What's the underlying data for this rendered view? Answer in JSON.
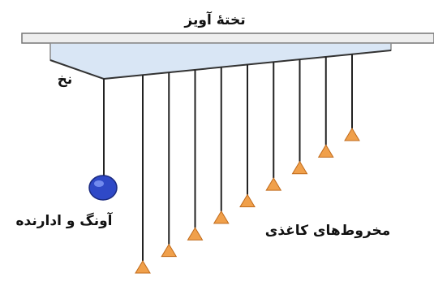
{
  "labels": {
    "board": "تختهٔ آویز",
    "string": "نخ",
    "driver_pendulum": "آونگ و ادارنده",
    "paper_cones": "مخروط‌های کاغذی"
  },
  "colors": {
    "board_fill": "#eeeeee",
    "board_stroke": "#777777",
    "frame_fill": "#d9e6f5",
    "string": "#222222",
    "cone_fill": "#f0a04b",
    "cone_stroke": "#c06a1a",
    "bob_fill": "#2f49c7",
    "bob_highlight": "#8fa6ff"
  },
  "cone_count": 9
}
